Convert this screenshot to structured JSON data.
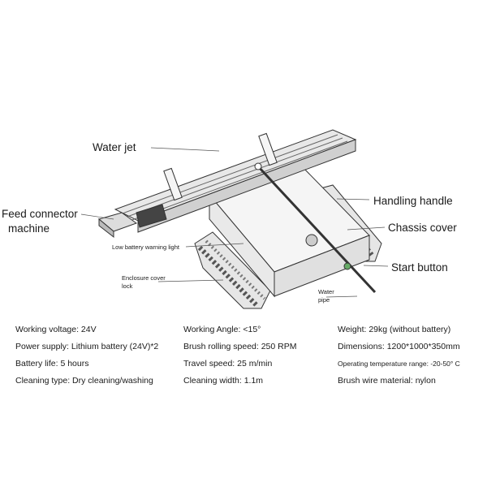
{
  "labels": {
    "water_jet": "Water jet",
    "feed_connector_line1": "Feed connector",
    "feed_connector_line2": "machine",
    "low_battery": "Low battery warning light",
    "enclosure_line1": "Enclosure cover",
    "enclosure_line2": "lock",
    "water_pipe_line1": "Water",
    "water_pipe_line2": "pipe",
    "handling_handle": "Handling handle",
    "chassis_cover": "Chassis cover",
    "start_button": "Start button"
  },
  "specs": {
    "col1": [
      "Working voltage: 24V",
      "Power supply: Lithium battery (24V)*2",
      "Battery life: 5 hours",
      "Cleaning type: Dry cleaning/washing"
    ],
    "col2": [
      "Working Angle: <15°",
      "Brush rolling speed: 250 RPM",
      "Travel speed: 25 m/min",
      "Cleaning width: 1.1m"
    ],
    "col3": [
      "Weight: 29kg (without battery)",
      "Dimensions: 1200*1000*350mm",
      "Operating temperature range: -20-50° C",
      "Brush wire material: nylon"
    ]
  },
  "colors": {
    "line": "#333333",
    "fill_light": "#f2f2f2",
    "fill_mid": "#d9d9d9",
    "fill_dark": "#555555"
  }
}
